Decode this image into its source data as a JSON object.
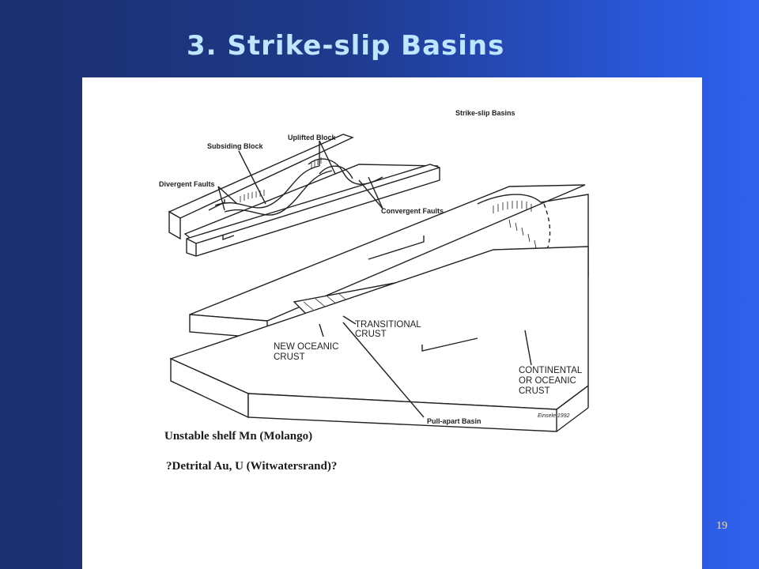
{
  "slide": {
    "title": "3. Strike-slip Basins",
    "page_number": "19"
  },
  "figure": {
    "heading": "Strike-slip Basins",
    "labels": {
      "subsiding_block": "Subsiding Block",
      "uplifted_block": "Uplifted Block",
      "divergent_faults": "Divergent Faults",
      "convergent_faults": "Convergent Faults",
      "transitional_crust_1": "TRANSITIONAL",
      "transitional_crust_2": "CRUST",
      "new_oceanic_1": "NEW OCEANIC",
      "new_oceanic_2": "CRUST",
      "continental_1": "CONTINENTAL",
      "continental_2": "OR OCEANIC",
      "continental_3": "CRUST",
      "pull_apart": "Pull-apart Basin",
      "credit": "Einsele 1992"
    }
  },
  "captions": {
    "line1": "Unstable shelf Mn (Molango)",
    "line2": "?Detrital Au, U (Witwatersrand)?"
  }
}
